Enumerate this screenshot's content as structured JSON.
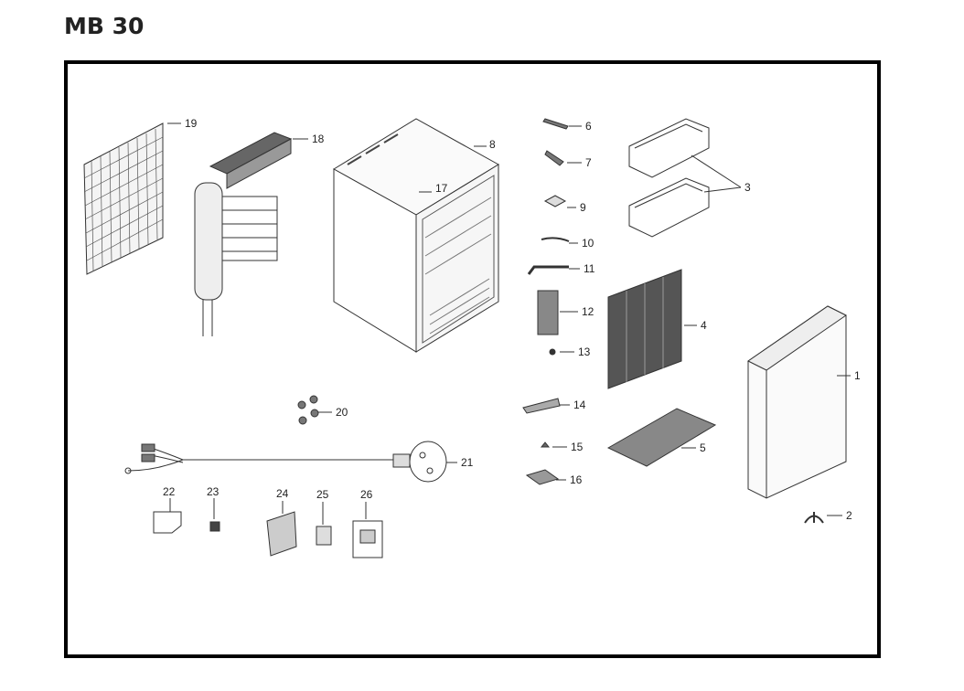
{
  "title": "MB 30",
  "part_numbers": [
    "1",
    "2",
    "3",
    "4",
    "5",
    "6",
    "7",
    "8",
    "9",
    "10",
    "11",
    "12",
    "13",
    "14",
    "15",
    "16",
    "17",
    "18",
    "19",
    "20",
    "21",
    "22",
    "23",
    "24",
    "25",
    "26"
  ]
}
